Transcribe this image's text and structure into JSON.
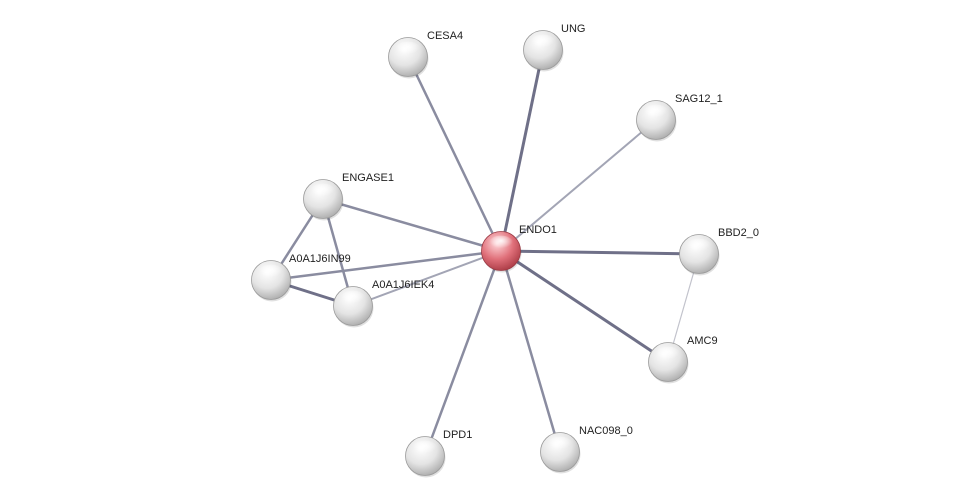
{
  "network": {
    "center_color": "#e0707a",
    "node_color": "#e6e6e6",
    "nodes": [
      {
        "id": "ENDO1",
        "label": "ENDO1",
        "center": true
      },
      {
        "id": "CESA4",
        "label": "CESA4"
      },
      {
        "id": "UNG",
        "label": "UNG"
      },
      {
        "id": "SAG12_1",
        "label": "SAG12_1"
      },
      {
        "id": "ENGASE1",
        "label": "ENGASE1"
      },
      {
        "id": "BBD2_0",
        "label": "BBD2_0"
      },
      {
        "id": "A0A1J6IN99",
        "label": "A0A1J6IN99"
      },
      {
        "id": "A0A1J6IEK4",
        "label": "A0A1J6IEK4"
      },
      {
        "id": "AMC9",
        "label": "AMC9"
      },
      {
        "id": "DPD1",
        "label": "DPD1"
      },
      {
        "id": "NAC098_0",
        "label": "NAC098_0"
      }
    ],
    "edges": [
      {
        "from": "ENDO1",
        "to": "CESA4",
        "strength": "medium"
      },
      {
        "from": "ENDO1",
        "to": "UNG",
        "strength": "strong"
      },
      {
        "from": "ENDO1",
        "to": "SAG12_1",
        "strength": "weak"
      },
      {
        "from": "ENDO1",
        "to": "ENGASE1",
        "strength": "medium"
      },
      {
        "from": "ENDO1",
        "to": "BBD2_0",
        "strength": "strong"
      },
      {
        "from": "ENDO1",
        "to": "A0A1J6IN99",
        "strength": "medium"
      },
      {
        "from": "ENDO1",
        "to": "A0A1J6IEK4",
        "strength": "weak"
      },
      {
        "from": "ENDO1",
        "to": "AMC9",
        "strength": "strong"
      },
      {
        "from": "ENDO1",
        "to": "DPD1",
        "strength": "medium"
      },
      {
        "from": "ENDO1",
        "to": "NAC098_0",
        "strength": "medium"
      },
      {
        "from": "ENGASE1",
        "to": "A0A1J6IN99",
        "strength": "medium"
      },
      {
        "from": "ENGASE1",
        "to": "A0A1J6IEK4",
        "strength": "medium"
      },
      {
        "from": "A0A1J6IN99",
        "to": "A0A1J6IEK4",
        "strength": "strong"
      },
      {
        "from": "BBD2_0",
        "to": "AMC9",
        "strength": "weakest"
      }
    ]
  }
}
